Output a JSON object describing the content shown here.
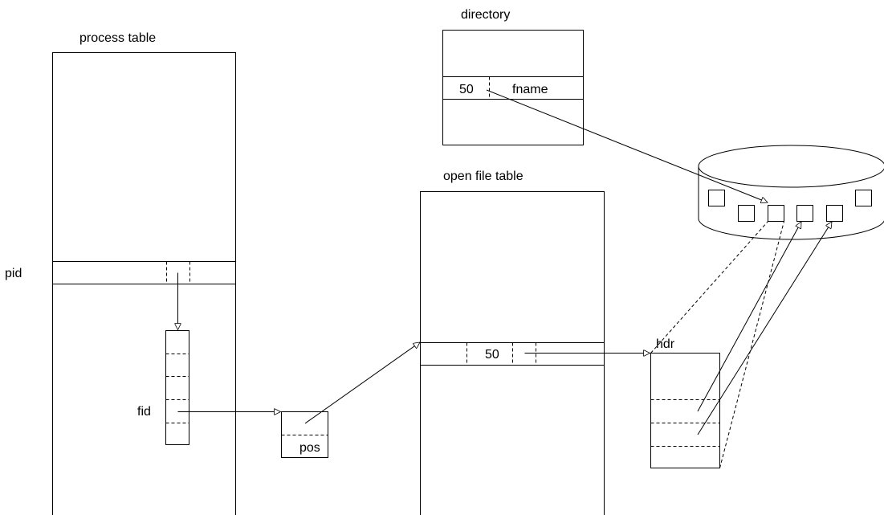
{
  "labels": {
    "process_table": "process table",
    "directory": "directory",
    "open_file_table": "open file table",
    "pid": "pid",
    "fid": "fid",
    "pos": "pos",
    "hdr": "hdr",
    "dir_entry_number": "50",
    "dir_entry_name": "fname",
    "open_file_entry_number": "50"
  },
  "colors": {
    "stroke": "#000000",
    "background": "#ffffff"
  }
}
